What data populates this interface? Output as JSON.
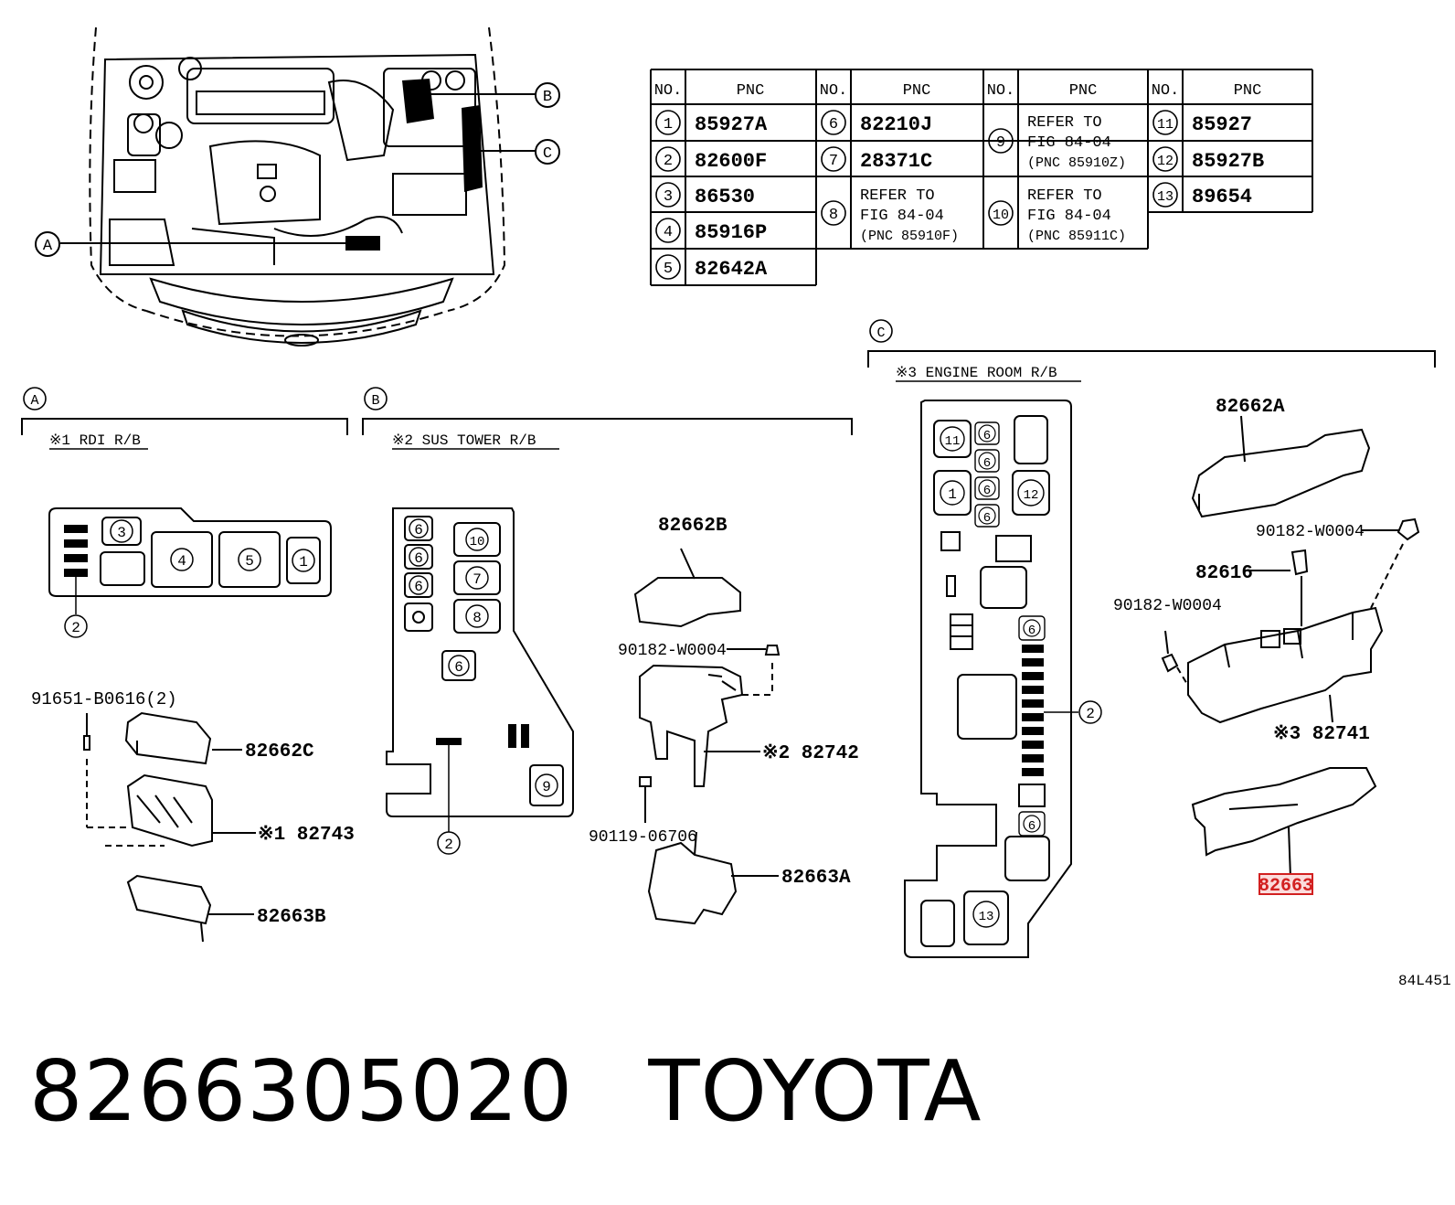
{
  "table": {
    "columns": [
      {
        "no_header": "NO.",
        "pnc_header": "PNC"
      },
      {
        "no_header": "NO.",
        "pnc_header": "PNC"
      },
      {
        "no_header": "NO.",
        "pnc_header": "PNC"
      },
      {
        "no_header": "NO.",
        "pnc_header": "PNC"
      }
    ],
    "rows_col1": [
      {
        "no": "1",
        "pnc": "85927A"
      },
      {
        "no": "2",
        "pnc": "82600F"
      },
      {
        "no": "3",
        "pnc": "86530"
      },
      {
        "no": "4",
        "pnc": "85916P"
      },
      {
        "no": "5",
        "pnc": "82642A"
      }
    ],
    "rows_col2": [
      {
        "no": "6",
        "pnc": "82210J"
      },
      {
        "no": "7",
        "pnc": "28371C"
      },
      {
        "no": "8",
        "pnc_lines": [
          "REFER TO",
          "FIG 84-04",
          "(PNC 85910F)"
        ]
      }
    ],
    "rows_col3": [
      {
        "no": "9",
        "pnc_lines": [
          "REFER TO",
          "FIG 84-04",
          "(PNC 85910Z)"
        ]
      },
      {
        "no": "10",
        "pnc_lines": [
          "REFER TO",
          "FIG 84-04",
          "(PNC 85911C)"
        ]
      }
    ],
    "rows_col4": [
      {
        "no": "11",
        "pnc": "85927"
      },
      {
        "no": "12",
        "pnc": "85927B"
      },
      {
        "no": "13",
        "pnc": "89654"
      }
    ]
  },
  "callouts": {
    "a": "A",
    "b": "B",
    "c": "C"
  },
  "sections": {
    "a": {
      "letter": "A",
      "title": "※1 RDI R/B"
    },
    "b": {
      "letter": "B",
      "title": "※2 SUS TOWER R/B"
    },
    "c": {
      "letter": "C",
      "title": "※3 ENGINE ROOM R/B"
    }
  },
  "labels": {
    "a_bolt": "91651-B0616(2)",
    "a_cover": "82662C",
    "a_box": "※1 82743",
    "a_lower": "82663B",
    "b_cover": "82662B",
    "b_nut": "90182-W0004",
    "b_box": "※2 82742",
    "b_bolt": "90119-06706",
    "b_lower": "82663A",
    "c_cover": "82662A",
    "c_nut_top": "90182-W0004",
    "c_relay": "82616",
    "c_nut_left": "90182-W0004",
    "c_box": "※3 82741",
    "c_lower": "82663"
  },
  "figure_code": "84L451",
  "footer": {
    "part_number": "8266305020",
    "brand": "TOYOTA"
  },
  "colors": {
    "highlight": "#d22020",
    "highlight_fill": "#fbdcdc",
    "line": "#000000"
  }
}
